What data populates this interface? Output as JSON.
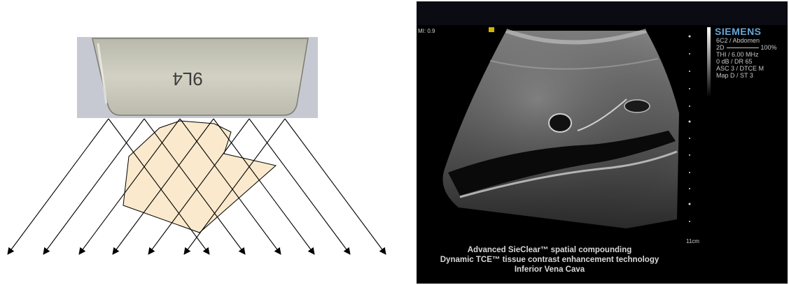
{
  "diagram": {
    "transducer_label": "9L4"
  },
  "ultrasound": {
    "mi": "MI: 0.9",
    "brand": "SIEMENS",
    "probe": "6C2 / Abdomen",
    "mode": "2D",
    "power": "100%",
    "info_lines": [
      "THI / 6.00 MHz",
      "0 dB / DR 65",
      "ASC 3 / DTCE M",
      "Map D / ST 3"
    ],
    "depth": "11cm",
    "captions": [
      "Advanced SieClear™  spatial compounding",
      "Dynamic TCE™  tissue contrast enhancement technology",
      "Inferior Vena Cava"
    ]
  }
}
